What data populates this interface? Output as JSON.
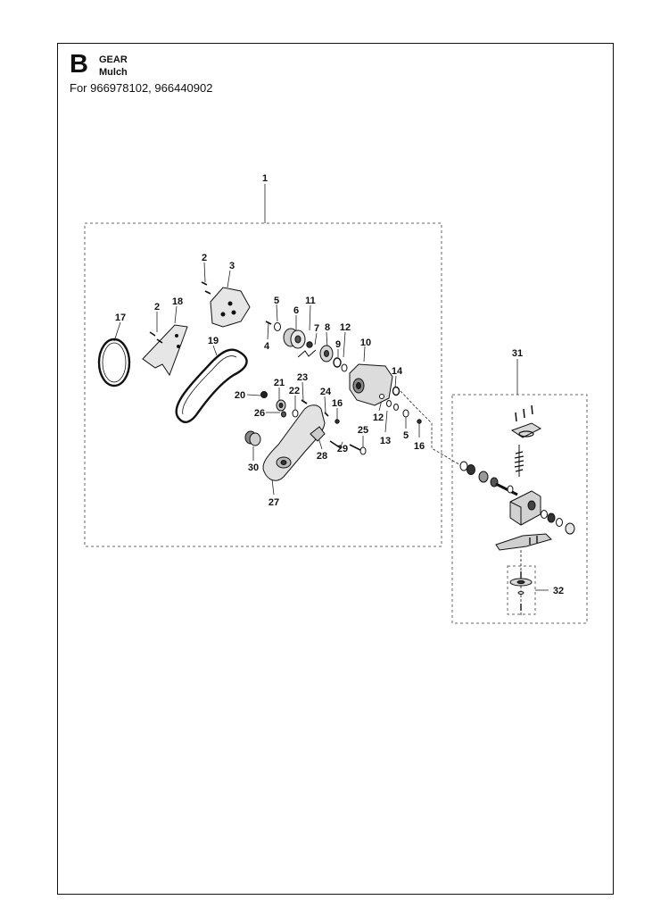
{
  "header": {
    "section_letter": "B",
    "title": "GEAR",
    "subtitle": "Mulch",
    "applicability": "For 966978102, 966440902"
  },
  "callouts": [
    "1",
    "2",
    "3",
    "2",
    "18",
    "17",
    "19",
    "5",
    "6",
    "4",
    "11",
    "7",
    "8",
    "9",
    "12",
    "10",
    "14",
    "23",
    "21",
    "22",
    "24",
    "20",
    "26",
    "16",
    "12",
    "13",
    "5",
    "16",
    "25",
    "28",
    "29",
    "30",
    "27",
    "31",
    "32"
  ],
  "colors": {
    "line": "#111111",
    "part_fill": "#e4e4e4",
    "part_dark": "#555555"
  }
}
